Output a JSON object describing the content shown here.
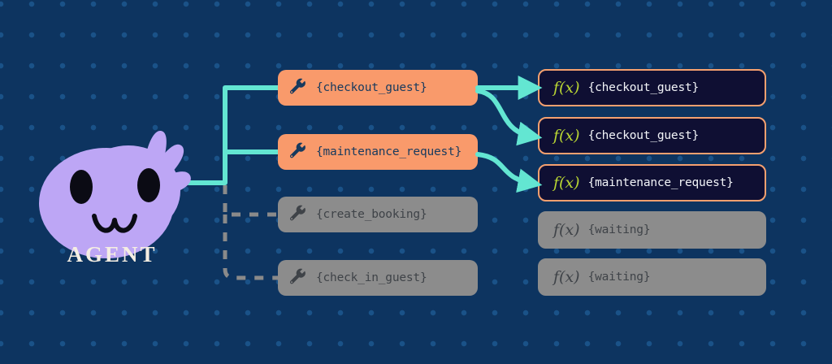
{
  "canvas": {
    "background_color": "#0d3460",
    "dot_color": "#1a5288"
  },
  "agent": {
    "label": "AGENT",
    "body_color": "#bda6f5",
    "face_color": "#0b0b14",
    "icon_name": "agent-blob-mascot"
  },
  "tool_calls": {
    "items": [
      {
        "label": "{checkout_guest}",
        "state": "active",
        "icon": "wrench-icon",
        "card_color": "#f99a6b",
        "text_color": "#173a5e",
        "connector": "solid-teal"
      },
      {
        "label": "{maintenance_request}",
        "state": "active",
        "icon": "wrench-icon",
        "card_color": "#f99a6b",
        "text_color": "#173a5e",
        "connector": "solid-teal"
      },
      {
        "label": "{create_booking}",
        "state": "idle",
        "icon": "wrench-icon",
        "card_color": "#8c8c8c",
        "text_color": "#3f4348",
        "connector": "dashed-gray"
      },
      {
        "label": "{check_in_guest}",
        "state": "idle",
        "icon": "wrench-icon",
        "card_color": "#8c8c8c",
        "text_color": "#3f4348",
        "connector": "dashed-gray"
      }
    ]
  },
  "results": {
    "fx_symbol": "f(x)",
    "items": [
      {
        "label": "{checkout_guest}",
        "state": "done",
        "card_color": "#0f0f33",
        "border_color": "#f5a06f",
        "fx_color": "#b8d433",
        "text_color": "#f2f4f8"
      },
      {
        "label": "{checkout_guest}",
        "state": "done",
        "card_color": "#0f0f33",
        "border_color": "#f5a06f",
        "fx_color": "#b8d433",
        "text_color": "#f2f4f8"
      },
      {
        "label": "{maintenance_request}",
        "state": "done",
        "card_color": "#0f0f33",
        "border_color": "#f5a06f",
        "fx_color": "#b8d433",
        "text_color": "#f2f4f8"
      },
      {
        "label": "{waiting}",
        "state": "pending",
        "card_color": "#8c8c8c",
        "border_color": "#8c8c8c",
        "fx_color": "#3f4348",
        "text_color": "#3f4348"
      },
      {
        "label": "{waiting}",
        "state": "pending",
        "card_color": "#8c8c8c",
        "border_color": "#8c8c8c",
        "fx_color": "#3f4348",
        "text_color": "#3f4348"
      }
    ]
  },
  "connectors": {
    "active_color": "#63e6d2",
    "idle_color": "#8a8a8a",
    "active_style": "solid",
    "idle_style": "dashed"
  }
}
